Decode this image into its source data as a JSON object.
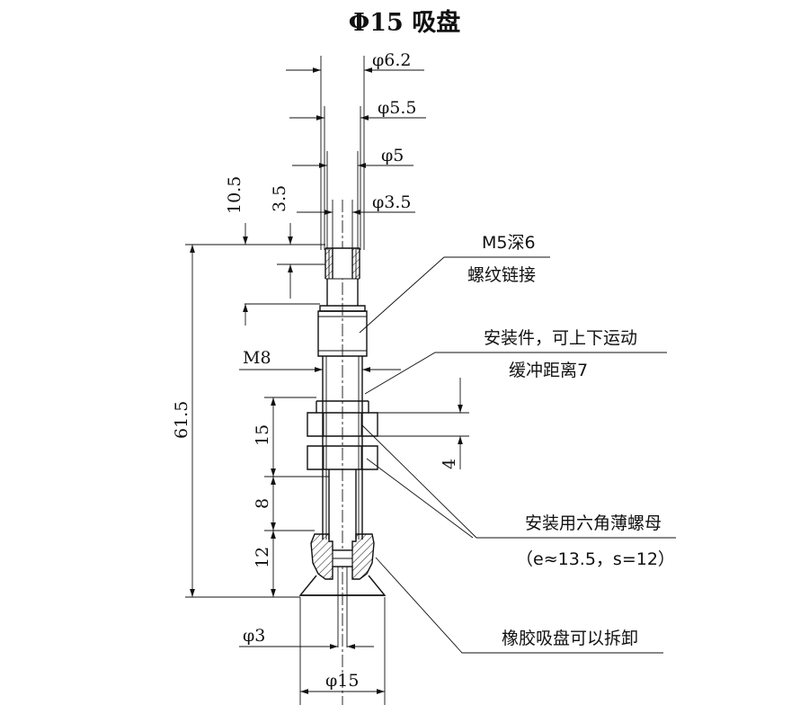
{
  "title": "Φ15 吸盘",
  "dimensions": {
    "d62": "φ6.2",
    "d55": "φ5.5",
    "d5": "φ5",
    "d35": "φ3.5",
    "v105": "10.5",
    "v35": "3.5",
    "m8": "M8",
    "v615": "61.5",
    "v15": "15",
    "v8": "8",
    "v12": "12",
    "v4": "4",
    "d3": "φ3",
    "d15": "φ15"
  },
  "callouts": {
    "thread_line1": "M5深6",
    "thread_line2": "螺纹链接",
    "mount_line1": "安装件，可上下运动",
    "mount_line2": "缓冲距离7",
    "nut_line1": "安装用六角薄螺母",
    "nut_line2": "（e≈13.5，s=12）",
    "rubber_line1": "橡胶吸盘可以拆卸"
  }
}
